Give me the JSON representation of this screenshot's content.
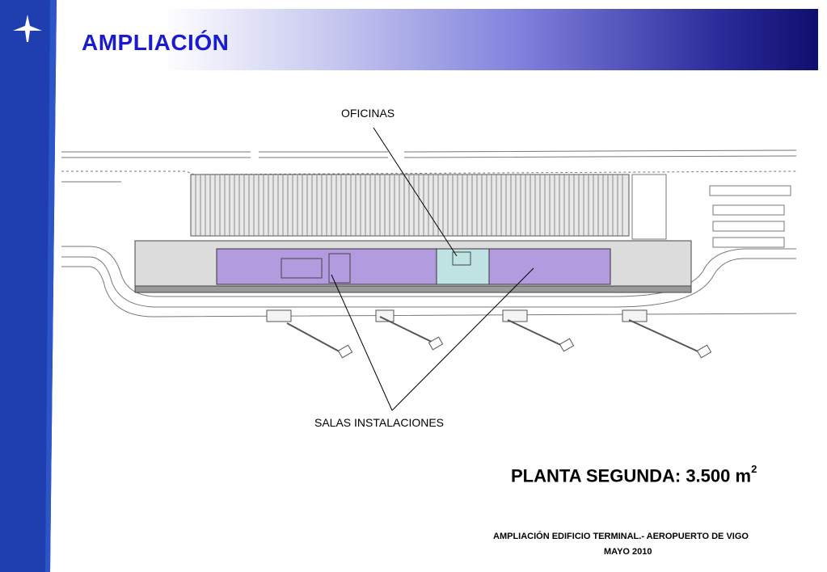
{
  "header": {
    "title": "AMPLIACIÓN"
  },
  "plan": {
    "label_oficinas": "OFICINAS",
    "label_salas": "SALAS  INSTALACIONES"
  },
  "summary": {
    "planta_text": "PLANTA SEGUNDA: 3.500 m",
    "planta_superscript": "2"
  },
  "footer": {
    "line1": "AMPLIACIÓN EDIFICIO TERMINAL.- AEROPUERTO DE VIGO",
    "line2": "MAYO 2010"
  },
  "colors": {
    "sidebar_blue": "#1f3fb0",
    "title_blue": "#1a1ad0",
    "salas_fill": "#b39be0",
    "oficinas_fill": "#bfe3e3"
  },
  "icons": {
    "logo": "aircraft-logo-icon"
  }
}
